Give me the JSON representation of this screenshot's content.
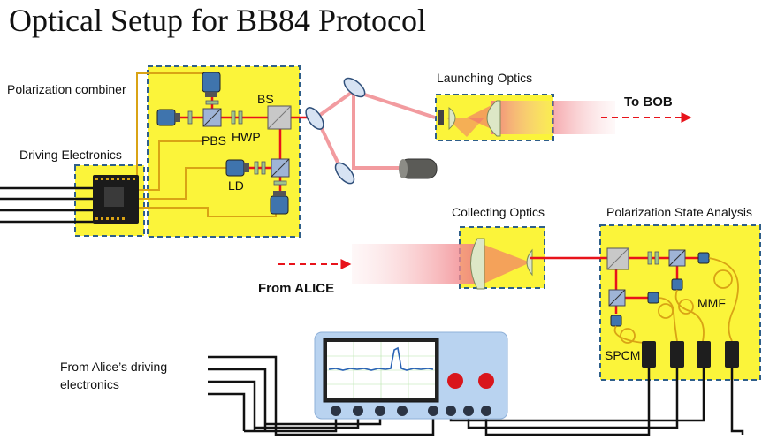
{
  "title": "Optical Setup for BB84 Protocol",
  "labels": {
    "polarization_combiner": "Polarization combiner",
    "driving_electronics": "Driving Electronics",
    "pbs": "PBS",
    "hwp": "HWP",
    "bs": "BS",
    "ld": "LD",
    "launching_optics": "Launching Optics",
    "to_bob": "To BOB",
    "collecting_optics": "Collecting Optics",
    "polarization_state_analysis": "Polarization State Analysis",
    "from_alice": "From ALICE",
    "mmf": "MMF",
    "spcm": "SPCM",
    "from_alice_driving_line1": "From Alice’s driving",
    "from_alice_driving_line2": "electronics"
  },
  "colors": {
    "panel_fill": "#fbf43a",
    "panel_border": "#2f5f8a",
    "beam": "#e8131b",
    "fiber": "#d9a315",
    "scope_body": "#b9d3f0"
  }
}
